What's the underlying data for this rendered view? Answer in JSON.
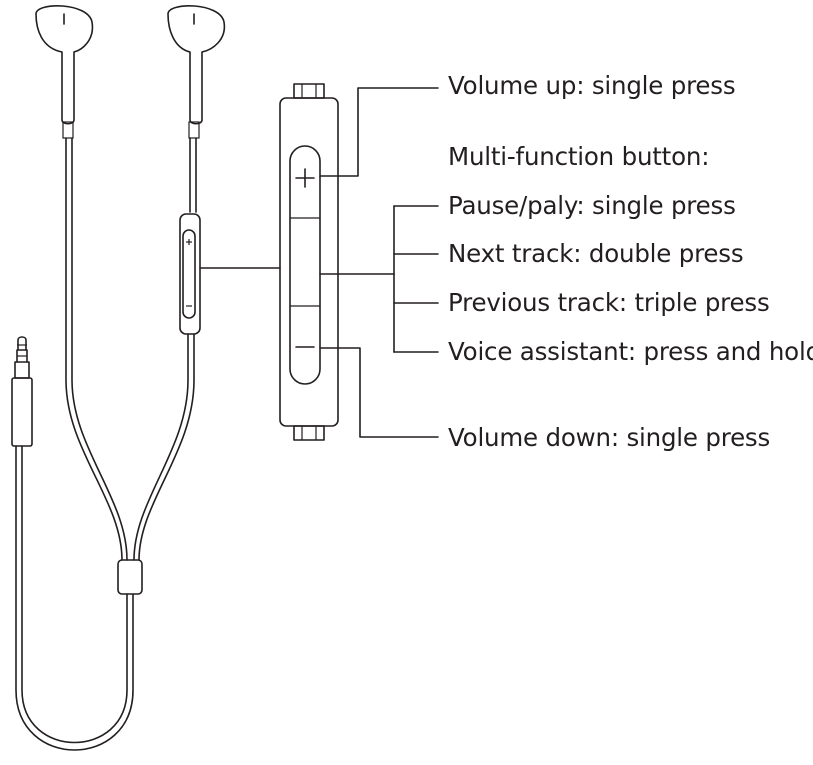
{
  "labels": {
    "volume_up": "Volume up: single press",
    "multi_function": "Multi-function button:",
    "pause_play": "Pause/paly: single press",
    "next_track": "Next track: double press",
    "previous_track": "Previous track: triple press",
    "voice_assistant": "Voice assistant: press and hold",
    "volume_down": "Volume down: single press"
  },
  "colors": {
    "ink": "#231f20",
    "background": "#ffffff"
  }
}
